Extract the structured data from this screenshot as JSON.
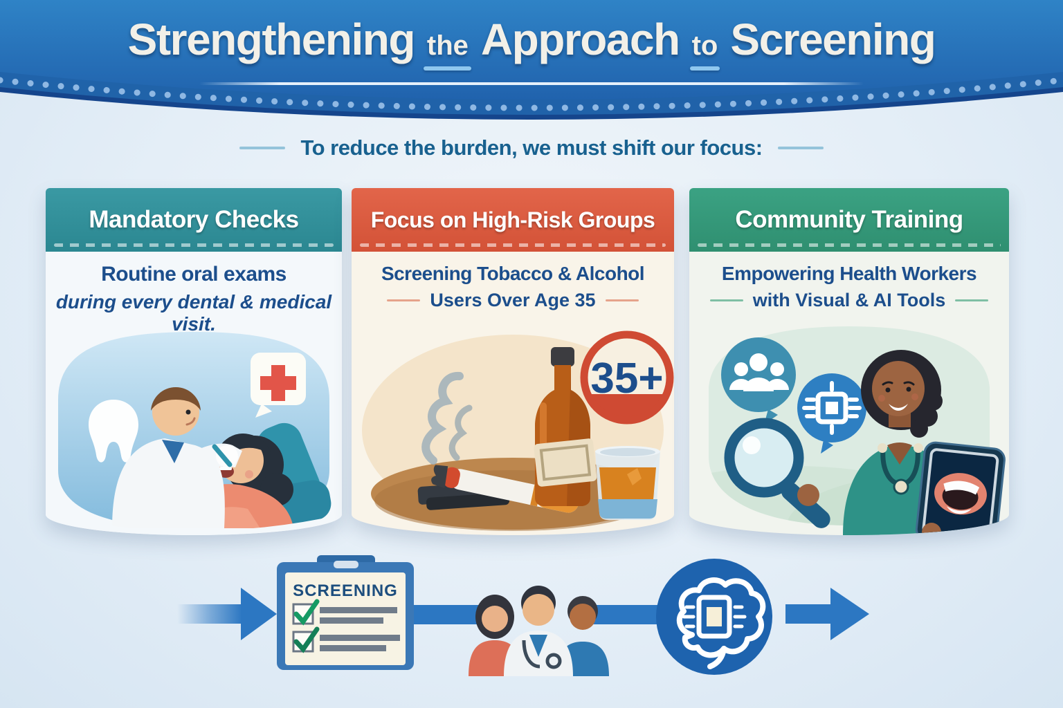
{
  "banner": {
    "word1": "Strengthening",
    "word2": "the",
    "word3": "Approach",
    "word4": "to",
    "word5": "Screening"
  },
  "subtitle": "To reduce the burden, we must shift our focus:",
  "columns": [
    {
      "header": "Mandatory Checks",
      "line1": "Routine oral exams",
      "line2": "during every dental & medical visit.",
      "accent_color": "#2f8d97",
      "illustration": "dentist-examining-patient"
    },
    {
      "header": "Focus on High-Risk Groups",
      "line1": "Screening Tobacco & Alcohol",
      "line2": "Users Over Age 35",
      "badge": "35+",
      "accent_color": "#dd5a3e",
      "illustration": "tobacco-alcohol-still-life"
    },
    {
      "header": "Community Training",
      "line1": "Empowering Health Workers",
      "line2": "with Visual & AI Tools",
      "accent_color": "#35997a",
      "illustration": "health-worker-with-visual-ai-tools"
    }
  ],
  "flow": {
    "clipboard_title": "SCREENING",
    "steps": [
      "arrow",
      "screening-checklist",
      "patients-group",
      "ai-brain",
      "arrow"
    ]
  },
  "colors": {
    "banner_blue_top": "#2f83c6",
    "banner_blue_bottom": "#1e5da9",
    "banner_band": "#2063a9",
    "page_bg": "#e4eef7",
    "navy_text": "#1c4e8c",
    "subtitle_text": "#18618f",
    "arrow_blue": "#2c77c2",
    "check_green": "#159a63"
  }
}
